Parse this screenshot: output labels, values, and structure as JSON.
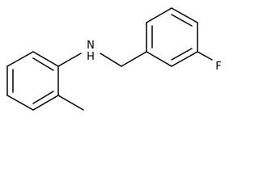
{
  "molecule": {
    "atoms": {
      "nitrogen": "N",
      "hydrogen": "H",
      "fluorine": "F"
    },
    "colors": {
      "bond": "#000000",
      "label": "#000000",
      "background": "#ffffff"
    }
  }
}
